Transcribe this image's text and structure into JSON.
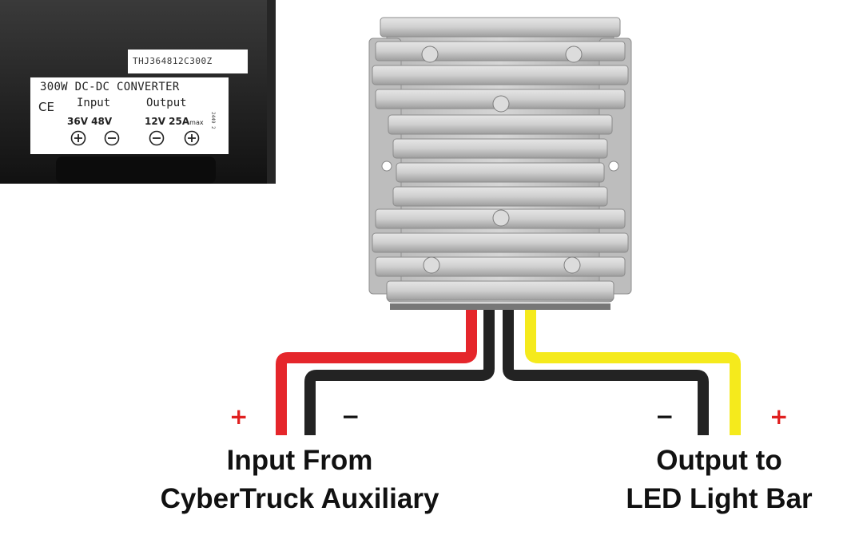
{
  "label": {
    "serial": "THJ364812C300Z",
    "title": "300W DC-DC CONVERTER",
    "ce": "CE",
    "input_heading": "Input",
    "output_heading": "Output",
    "input_voltage": "36V 48V",
    "output_voltage": "12V 25A",
    "output_voltage_suffix": "max",
    "code": "2449 2"
  },
  "terminals": {
    "input_plus": "+",
    "input_minus": "−",
    "output_minus": "−",
    "output_plus": "+"
  },
  "captions": {
    "input_line1": "Input From",
    "input_line2": "CyberTruck Auxiliary",
    "output_line1": "Output to",
    "output_line2": "LED Light Bar"
  },
  "colors": {
    "wire_red": "#e5262b",
    "wire_black": "#232323",
    "wire_yellow": "#f5ea1c",
    "polarity_red": "#e02020",
    "housing": "#c7c7c7"
  }
}
